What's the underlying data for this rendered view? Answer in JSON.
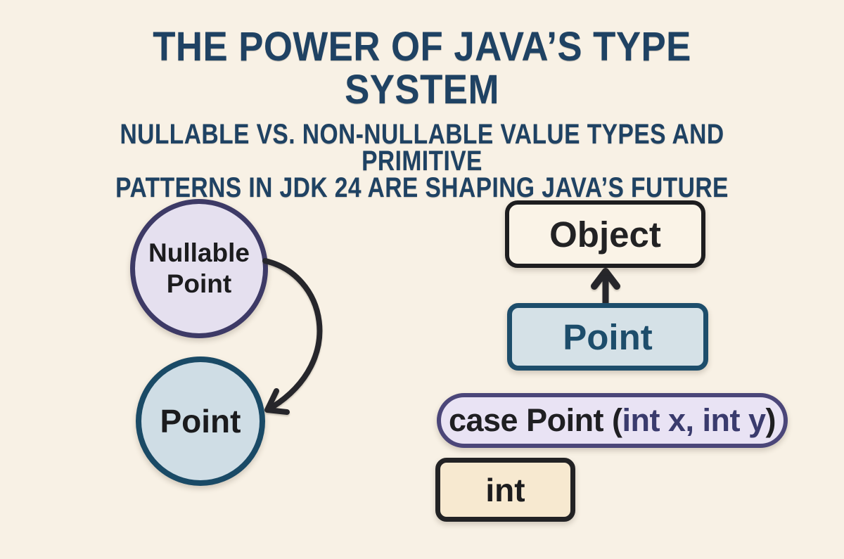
{
  "canvas": {
    "background": "#f8f1e5"
  },
  "title": {
    "line1": "THE POWER OF JAVA’S TYPE",
    "line2": "SYSTEM",
    "color": "#1f4263"
  },
  "subtitle": {
    "line1": "NULLABLE VS. NON-NULLABLE VALUE TYPES AND PRIMITIVE",
    "line2": "PATTERNS IN JDK 24 ARE SHAPING JAVA’S FUTURE"
  },
  "left_diagram": {
    "nullable_circle": {
      "line1": "Nullable",
      "line2": "Point",
      "fill": "#e5e0ef",
      "border_color": "#3d3a66"
    },
    "point_circle": {
      "label": "Point",
      "fill": "#cfdde5",
      "border_color": "#1a4a66"
    }
  },
  "right_diagram": {
    "object_box": {
      "label": "Object",
      "border_color": "#1d1d1f"
    },
    "point_box": {
      "label": "Point",
      "fill": "#d5e1e7",
      "border_color": "#1d4d6b"
    },
    "case_pill": {
      "code_prefix": "case Point (",
      "code_params": "int x, int y",
      "code_suffix": ")",
      "fill": "#e9e3f4",
      "border_color": "#4b4679",
      "param_color": "#3a3b6d"
    },
    "int_box": {
      "label": "int",
      "fill": "#f7e9d0",
      "border_color": "#222224"
    }
  },
  "arrows": {
    "color": "#26262b"
  }
}
